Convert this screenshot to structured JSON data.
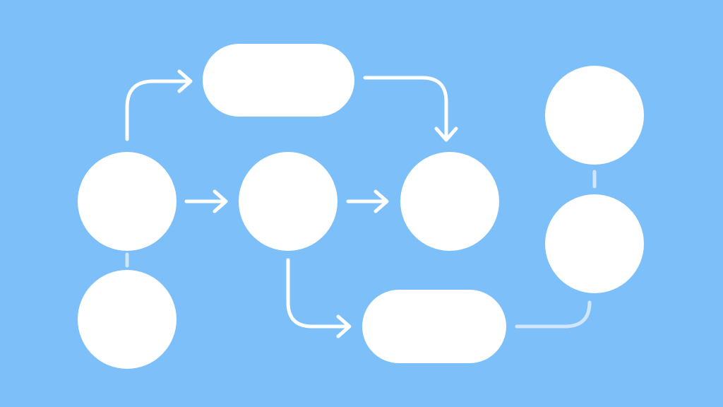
{
  "colors": {
    "background": "#7dbff9",
    "node": "#ffffff",
    "arrow": "#ffffff",
    "connector_faint": "#cfe6fc"
  },
  "diagram": {
    "type": "flowchart",
    "nodes": [
      {
        "id": "circle-left-top",
        "shape": "circle"
      },
      {
        "id": "circle-left-bottom",
        "shape": "circle"
      },
      {
        "id": "pill-top",
        "shape": "pill"
      },
      {
        "id": "circle-middle",
        "shape": "circle"
      },
      {
        "id": "circle-right",
        "shape": "circle"
      },
      {
        "id": "pill-bottom",
        "shape": "pill"
      },
      {
        "id": "circle-far-right-top",
        "shape": "circle"
      },
      {
        "id": "circle-far-right-bottom",
        "shape": "circle"
      }
    ],
    "edges": [
      {
        "from": "circle-left-top",
        "to": "pill-top",
        "arrow": true
      },
      {
        "from": "circle-left-top",
        "to": "circle-middle",
        "arrow": true
      },
      {
        "from": "circle-middle",
        "to": "circle-right",
        "arrow": true
      },
      {
        "from": "pill-top",
        "to": "circle-right",
        "arrow": true
      },
      {
        "from": "circle-middle",
        "to": "pill-bottom",
        "arrow": true
      },
      {
        "from": "pill-bottom",
        "to": "circle-far-right-bottom",
        "arrow": false
      },
      {
        "from": "circle-left-top",
        "to": "circle-left-bottom",
        "arrow": false
      },
      {
        "from": "circle-far-right-top",
        "to": "circle-far-right-bottom",
        "arrow": false
      }
    ]
  }
}
